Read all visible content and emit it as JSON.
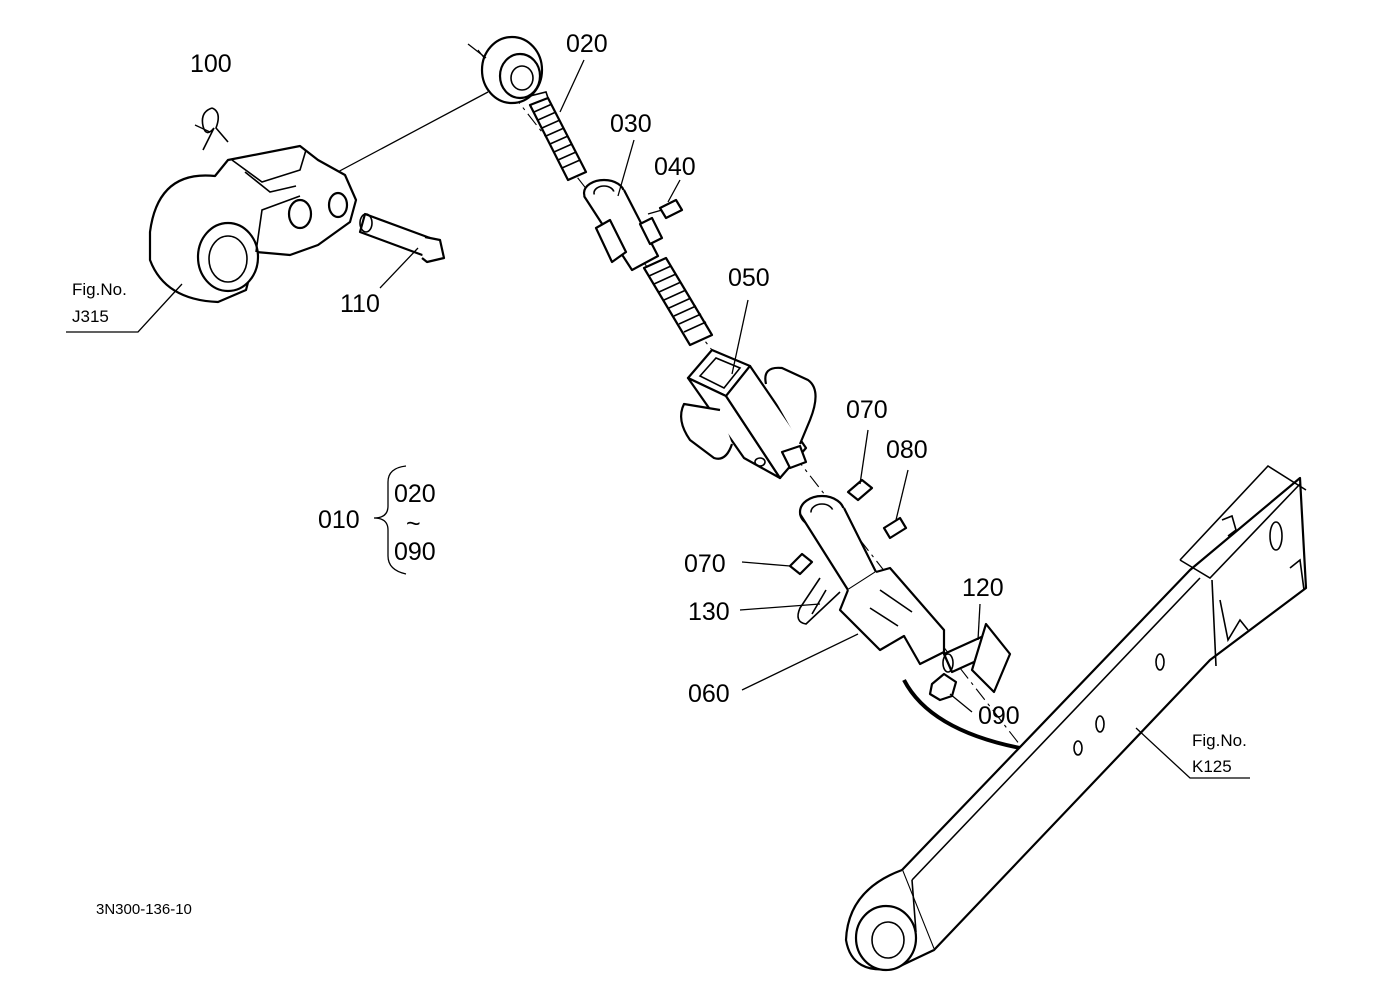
{
  "callouts": {
    "c010": "010",
    "c020": "020",
    "c030": "030",
    "c040": "040",
    "c050": "050",
    "c060": "060",
    "c070a": "070",
    "c070b": "070",
    "c080": "080",
    "c090": "090",
    "c100": "100",
    "c110": "110",
    "c120": "120",
    "c130": "130"
  },
  "range": {
    "from": "020",
    "tilde": "~",
    "to": "090"
  },
  "fig_refs": [
    {
      "label": "Fig.No.",
      "number": "J315"
    },
    {
      "label": "Fig.No.",
      "number": "K125"
    }
  ],
  "drawing_number": "3N300-136-10"
}
